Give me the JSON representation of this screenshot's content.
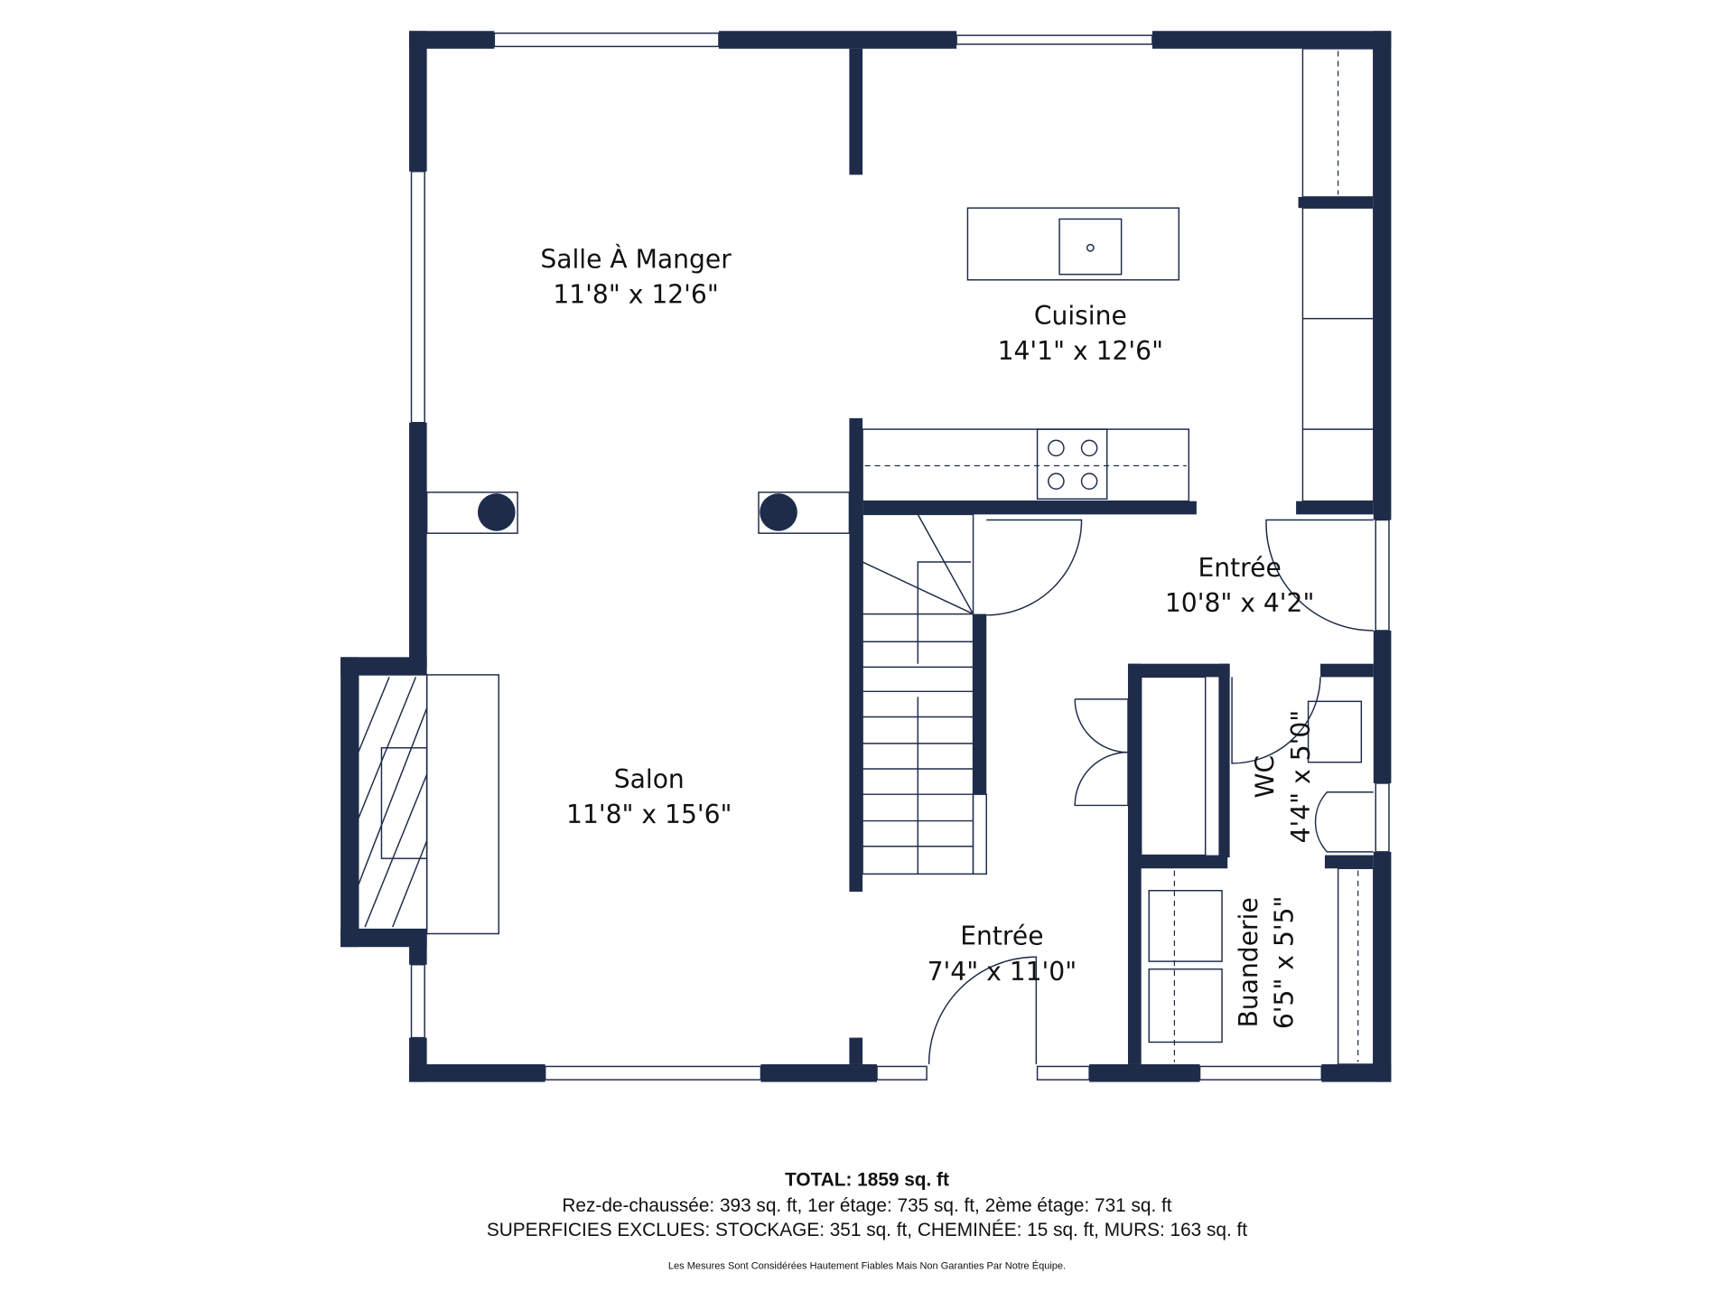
{
  "rooms": {
    "dining": {
      "name": "Salle À Manger",
      "size": "11'8\" x 12'6\""
    },
    "kitchen": {
      "name": "Cuisine",
      "size": "14'1\" x 12'6\""
    },
    "living": {
      "name": "Salon",
      "size": "11'8\" x 15'6\""
    },
    "entry_upper": {
      "name": "Entrée",
      "size": "10'8\" x 4'2\""
    },
    "entry_lower": {
      "name": "Entrée",
      "size": "7'4\" x 11'0\""
    },
    "wc": {
      "name": "WC",
      "size": "4'4\" x 5'0\""
    },
    "laundry": {
      "name": "Buanderie",
      "size": "6'5\" x 5'5\""
    }
  },
  "footer": {
    "total": "TOTAL: 1859 sq. ft",
    "floors": "Rez-de-chaussée: 393 sq. ft, 1er étage: 735 sq. ft, 2ème étage: 731 sq. ft",
    "excluded": "SUPERFICIES EXCLUES: STOCKAGE: 351 sq. ft, CHEMINÉE: 15 sq. ft, MURS: 163 sq. ft",
    "disclaimer": "Les Mesures Sont Considérées Hautement Fiables Mais Non Garanties Par Notre Équipe."
  },
  "colors": {
    "wall": "#1e2c4a"
  }
}
